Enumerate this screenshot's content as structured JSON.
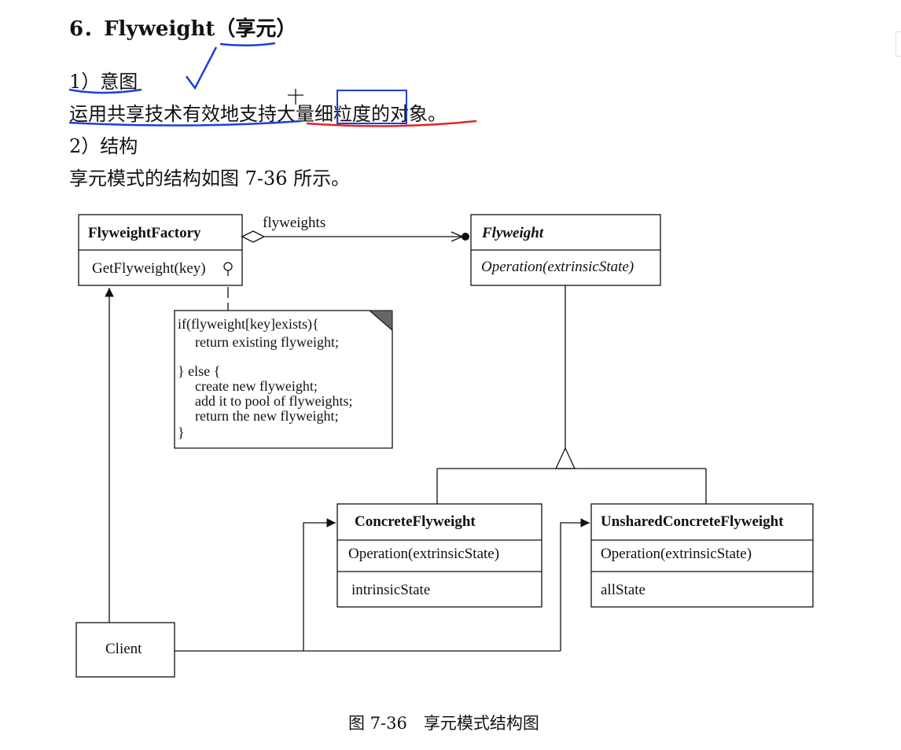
{
  "heading": "6．Flyweight（享元）",
  "intent_title": "1）意图",
  "intent_text": "运用共享技术有效地支持大量细粒度的对象。",
  "structure_title": "2）结构",
  "structure_text": "享元模式的结构如图 7-36 所示。",
  "diagram": {
    "factory": {
      "name": "FlyweightFactory",
      "operation": "GetFlyweight(key)"
    },
    "association_label": "flyweights",
    "flyweight": {
      "name": "Flyweight",
      "operation": "Operation(extrinsicState)"
    },
    "note_lines": [
      "if(flyweight[key]exists){",
      "return existing flyweight;",
      "} else {",
      "create new flyweight;",
      "add it to pool of flyweights;",
      "return the new flyweight;",
      "}"
    ],
    "concrete": {
      "name": "ConcreteFlyweight",
      "operation": "Operation(extrinsicState)",
      "state": "intrinsicState"
    },
    "unshared": {
      "name": "UnsharedConcreteFlyweight",
      "operation": "Operation(extrinsicState)",
      "state": "allState"
    },
    "client": "Client"
  },
  "caption": "图 7-36　享元模式结构图",
  "annotation_colors": {
    "blue": "#1f3fd6",
    "red": "#e0242a"
  }
}
